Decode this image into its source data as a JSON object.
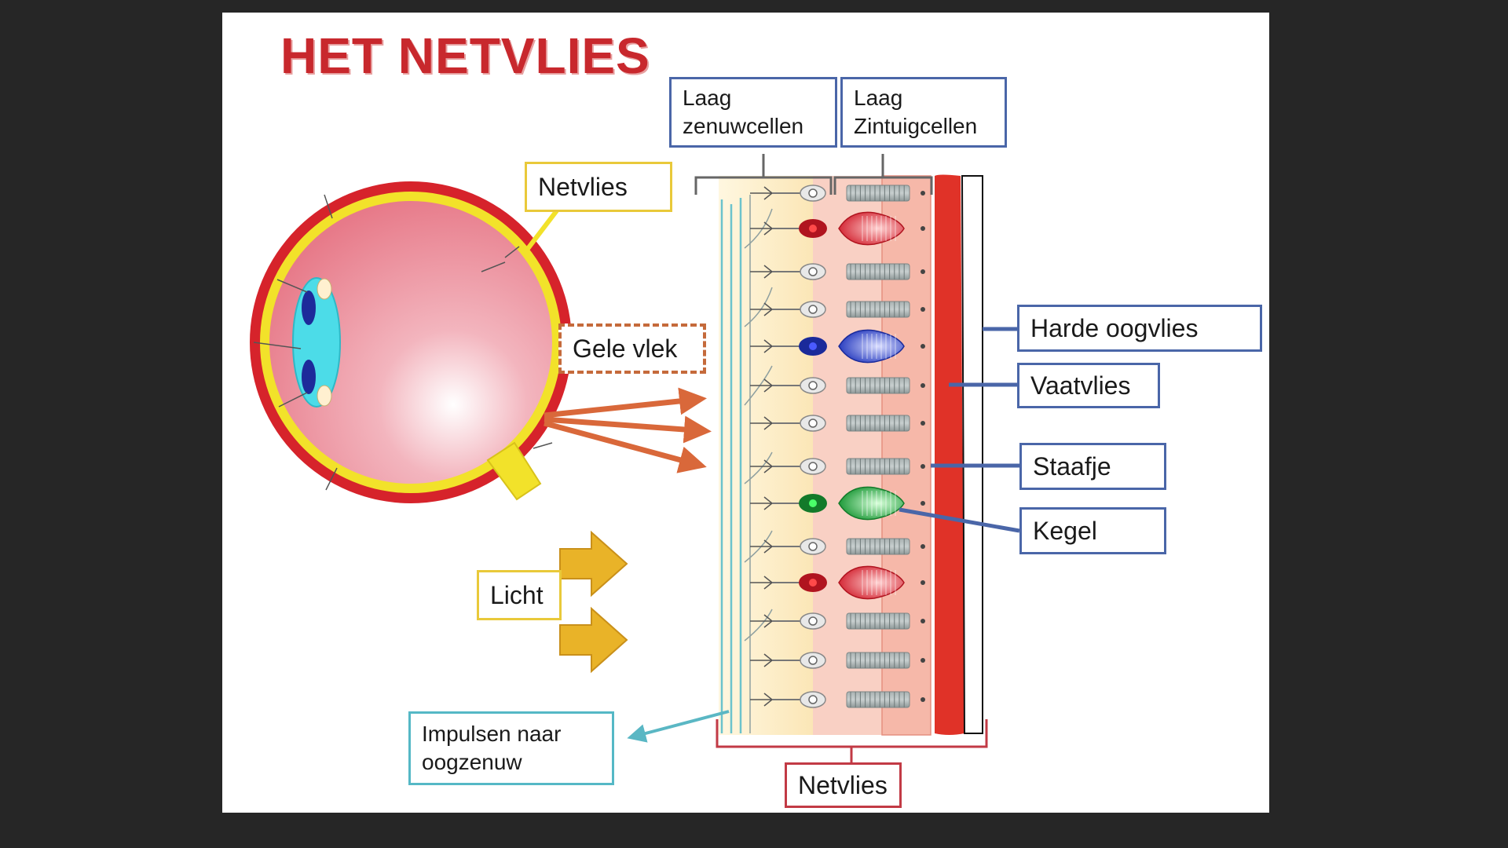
{
  "title": "HET NETVLIES",
  "labels": {
    "netvlies_top": "Netvlies",
    "gele_vlek": "Gele vlek",
    "licht": "Licht",
    "impulsen_line1": "Impulsen naar",
    "impulsen_line2": "oogzenuw",
    "laag_zenuw_line1": "Laag",
    "laag_zenuw_line2": "zenuwcellen",
    "laag_zintuig_line1": "Laag",
    "laag_zintuig_line2": "Zintuigcellen",
    "harde_oogvlies": "Harde oogvlies",
    "vaatvlies": "Vaatvlies",
    "staafje": "Staafje",
    "kegel": "Kegel",
    "netvlies_bottom": "Netvlies"
  },
  "colors": {
    "title": "#c8282d",
    "vaatvlies": "#e03228",
    "eye_inner": "#ea8592",
    "lens": "#4cdce8",
    "light_arrow": "#e9b328",
    "retina_arrow": "#d9683a"
  }
}
